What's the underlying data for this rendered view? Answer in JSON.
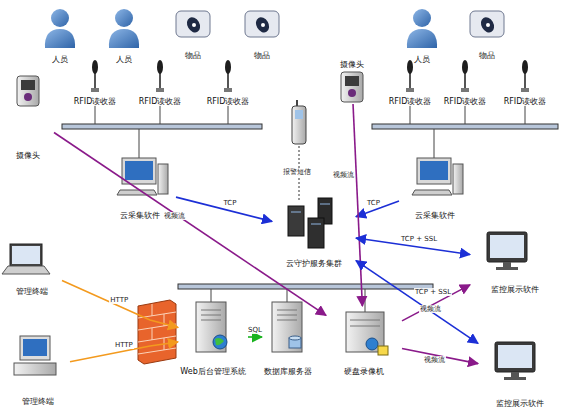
{
  "diagram": {
    "nodes": [
      {
        "text": [
          "人员"
        ]
      },
      {
        "text": [
          "人员"
        ]
      },
      {
        "text": [
          "物品"
        ]
      },
      {
        "text": [
          "物品"
        ]
      },
      {
        "text": [
          "人员"
        ]
      },
      {
        "text": [
          "物品"
        ]
      },
      {
        "text": [
          "摄像头"
        ]
      },
      {
        "text": [
          "RFID读收器"
        ]
      },
      {
        "text": [
          "RFID读收器"
        ]
      },
      {
        "text": [
          "RFID读收器"
        ]
      },
      {
        "text": [
          "摄像头"
        ]
      },
      {
        "text": [
          "RFID读收器"
        ]
      },
      {
        "text": [
          "RFID读收器"
        ]
      },
      {
        "text": [
          "RFID读收器"
        ]
      },
      {
        "text": [
          "云采集软件"
        ]
      },
      {
        "text": [
          "云采集软件"
        ]
      },
      {
        "text": [
          "云守护服务集群"
        ]
      },
      {
        "text": [
          "监控展示软件"
        ]
      },
      {
        "text": [
          "管理终端"
        ]
      },
      {
        "text": [
          "管理终端"
        ]
      },
      {
        "text": [
          "Web后台管理系统"
        ]
      },
      {
        "text": [
          "数据库服务器"
        ]
      },
      {
        "text": [
          "硬盘录像机"
        ]
      },
      {
        "text": [
          "监控展示软件"
        ]
      }
    ],
    "edges": [
      {
        "from": 14,
        "to": 16,
        "label": "TCP",
        "arrow": "to"
      },
      {
        "from": 6,
        "to": 22,
        "label": "视频流",
        "arrow": "to"
      },
      {
        "from": 15,
        "to": 16,
        "label": "TCP",
        "arrow": "to"
      },
      {
        "from": 10,
        "to": 22,
        "label": "视频流",
        "arrow": "to"
      },
      {
        "from": 16,
        "to": 17,
        "label": "TCP + SSL",
        "arrow": "both"
      },
      {
        "from": 16,
        "to": 23,
        "label": "TCP + SSL",
        "arrow": "both"
      },
      {
        "from": 22,
        "to": 17,
        "label": "视频流",
        "arrow": "to"
      },
      {
        "from": 22,
        "to": 23,
        "label": "视频流",
        "arrow": "to"
      },
      {
        "from": 18,
        "to": 20,
        "label": "HTTP",
        "arrow": "to"
      },
      {
        "from": 19,
        "to": 20,
        "label": "HTTP",
        "arrow": "to"
      },
      {
        "from": 20,
        "to": 21,
        "label": "SQL",
        "arrow": "to"
      }
    ],
    "labels": [
      "报警短信"
    ]
  }
}
